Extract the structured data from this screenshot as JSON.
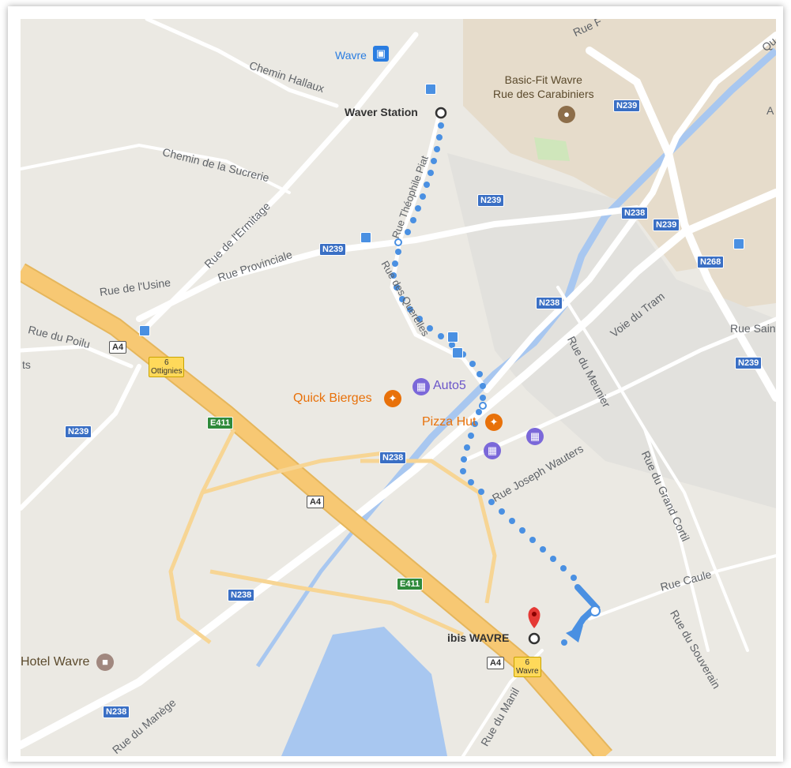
{
  "places": {
    "waver_station": "Waver Station",
    "ibis": "ibis WAVRE",
    "basic_fit_line1": "Basic-Fit Wavre",
    "basic_fit_line2": "Rue des Carabiniers",
    "quick": "Quick Bierges",
    "pizza": "Pizza Hut",
    "auto5": "Auto5",
    "hotel": "Hotel Wavre",
    "wavre_rail": "Wavre"
  },
  "streets": {
    "chemin_hallaux": "Chemin Hallaux",
    "chemin_sucrerie": "Chemin de la Sucrerie",
    "rue_ermitage": "Rue de l'Ermitage",
    "rue_provinciale": "Rue Provinciale",
    "rue_usine": "Rue de l'Usine",
    "rue_poilu": "Rue du Poilu",
    "rue_theophile": "Rue Théophile Piat",
    "rue_des_quarelles": "Rue des Querelles",
    "voie_tram": "Voie du Tram",
    "rue_meunier": "Rue du Meunier",
    "rue_joseph_wauters": "Rue Joseph Wauters",
    "rue_grand_cortil": "Rue du Grand Cortil",
    "rue_caule": "Rue Caule",
    "rue_souverain": "Rue du Souverain",
    "rue_sainte": "Rue Sainte",
    "rue_manege": "Rue du Manège",
    "rue_manil": "Rue du Manil",
    "rue_top": "Rue F",
    "top_right": "Qu",
    "left_edge": "ts",
    "right_a": "A"
  },
  "shields": {
    "n239": "N239",
    "n238": "N238",
    "n268": "N268",
    "a4": "A4",
    "e411": "E411"
  },
  "exits": {
    "ottignies_num": "6",
    "ottignies": "Ottignies",
    "wavre_num": "6",
    "wavre": "Wavre"
  },
  "colors": {
    "route": "#4a90e2",
    "highway": "#f7c873",
    "water": "#a8c7f0",
    "urban": "#e6dccb"
  }
}
